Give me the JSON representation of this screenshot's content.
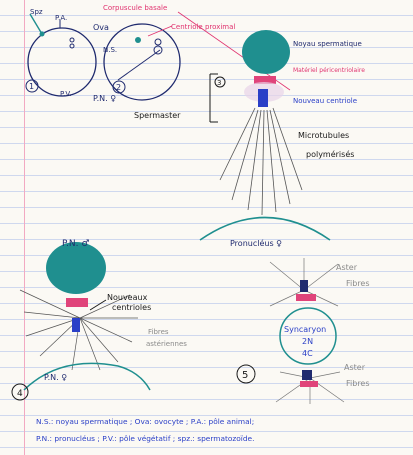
{
  "labels": {
    "spz": "Spz",
    "pa": "P.A.",
    "ova": "Ova",
    "ns": "N.S.",
    "pv": "P.V.",
    "pn": "P.N. ♀",
    "num1": "1",
    "num2": "2",
    "num3": "3",
    "num4": "4",
    "num5": "5",
    "corpuscule": "Corpuscule basale",
    "centriole_proximal": "Centriole proximal",
    "noyau_spermatique": "Noyau spermatique",
    "materiel_pericentriolaire": "Matériel péricentriolaire",
    "nouveau_centriole": "Nouveau centriole",
    "spermaster": "Spermaster",
    "microtubules_line1": "Microtubules",
    "microtubules_line2": "polymérisés",
    "pronucleus_female": "Pronucléus ♀",
    "pn_male": "P.N. ♂",
    "nouveaux_centrioles_line1": "Nouveaux",
    "nouveaux_centrioles_line2": "centrioles",
    "fibres_line1": "Fibres",
    "fibres_line2": "astériennes",
    "pn_female_bottom": "P.N. ♀",
    "aster_top": "Aster",
    "fibres_top": "Fibres",
    "syncaryon_line1": "Syncaryon",
    "syncaryon_line2": "2N",
    "syncaryon_line3": "4C",
    "aster_bottom": "Aster",
    "fibres_bottom": "Fibres"
  },
  "legend": {
    "line1": "N.S.: noyau spermatique ; Ova: ovocyte ; P.A.: pôle animal;",
    "line2": "P.N.: pronucléus ; P.V.: pôle végétatif ; spz.: spermatozoïde."
  },
  "colors": {
    "teal": "#1f8f8f",
    "navy": "#1f2a6e",
    "blue": "#2a3fc7",
    "pink": "#e0336f",
    "magenta": "#e0447a",
    "ink": "#1a1a1a",
    "gray": "#9a9a9a"
  }
}
